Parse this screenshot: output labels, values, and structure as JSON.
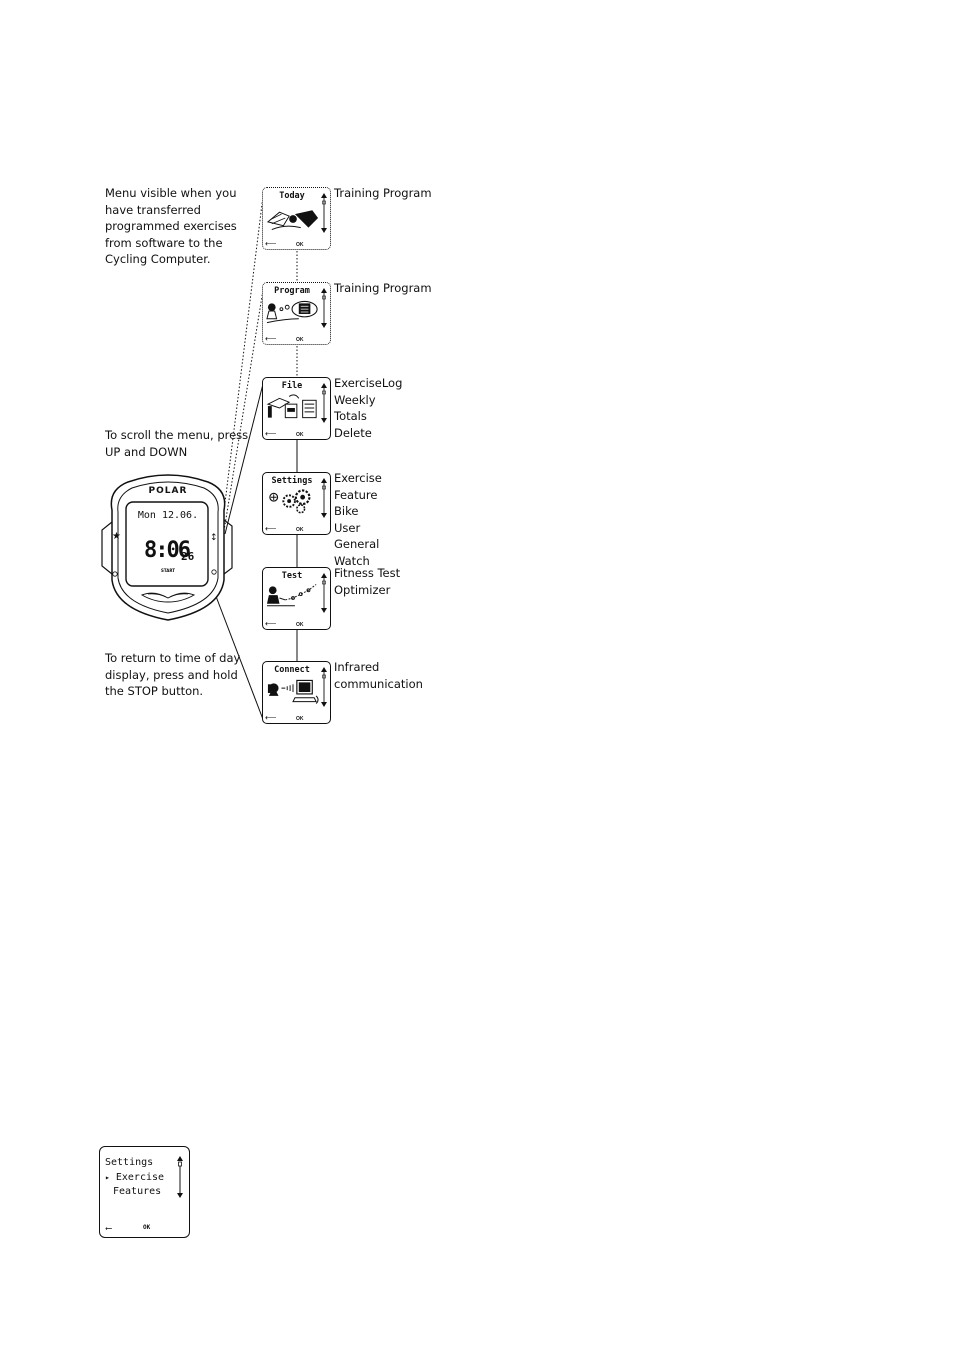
{
  "notes": {
    "transferred": [
      "Menu visible when you",
      "have transferred",
      "programmed exercises",
      "from software to the",
      "Cycling Computer."
    ],
    "scroll": [
      "To scroll the menu, press",
      "UP and DOWN"
    ],
    "return": [
      "To return to time of day",
      "display, press and hold",
      "the STOP button."
    ]
  },
  "watch": {
    "brand": "POLAR",
    "date": "Mon 12.06.",
    "time": "8:06",
    "seconds": "26",
    "start_label": "START"
  },
  "menus": [
    {
      "title": "Today",
      "dotted": true,
      "items": [
        "Training Program"
      ]
    },
    {
      "title": "Program",
      "dotted": true,
      "items": [
        "Training Program"
      ]
    },
    {
      "title": "File",
      "dotted": false,
      "items": [
        "ExerciseLog",
        "Weekly",
        "Totals",
        "Delete"
      ]
    },
    {
      "title": "Settings",
      "dotted": false,
      "items": [
        "Exercise",
        "Feature",
        "Bike",
        "User",
        "General",
        "Watch"
      ]
    },
    {
      "title": "Test",
      "dotted": false,
      "items": [
        "Fitness Test",
        "Optimizer"
      ]
    },
    {
      "title": "Connect",
      "dotted": false,
      "items": [
        "Infrared",
        "communication"
      ]
    }
  ],
  "screen_common": {
    "ok_label": "OK",
    "back_symbol": "⟵"
  },
  "detail_screen": {
    "title": "Settings",
    "items": [
      {
        "label": "Exercise",
        "selected": true
      },
      {
        "label": "Features",
        "selected": false
      }
    ],
    "ok_label": "OK",
    "selected_marker": "▸"
  }
}
